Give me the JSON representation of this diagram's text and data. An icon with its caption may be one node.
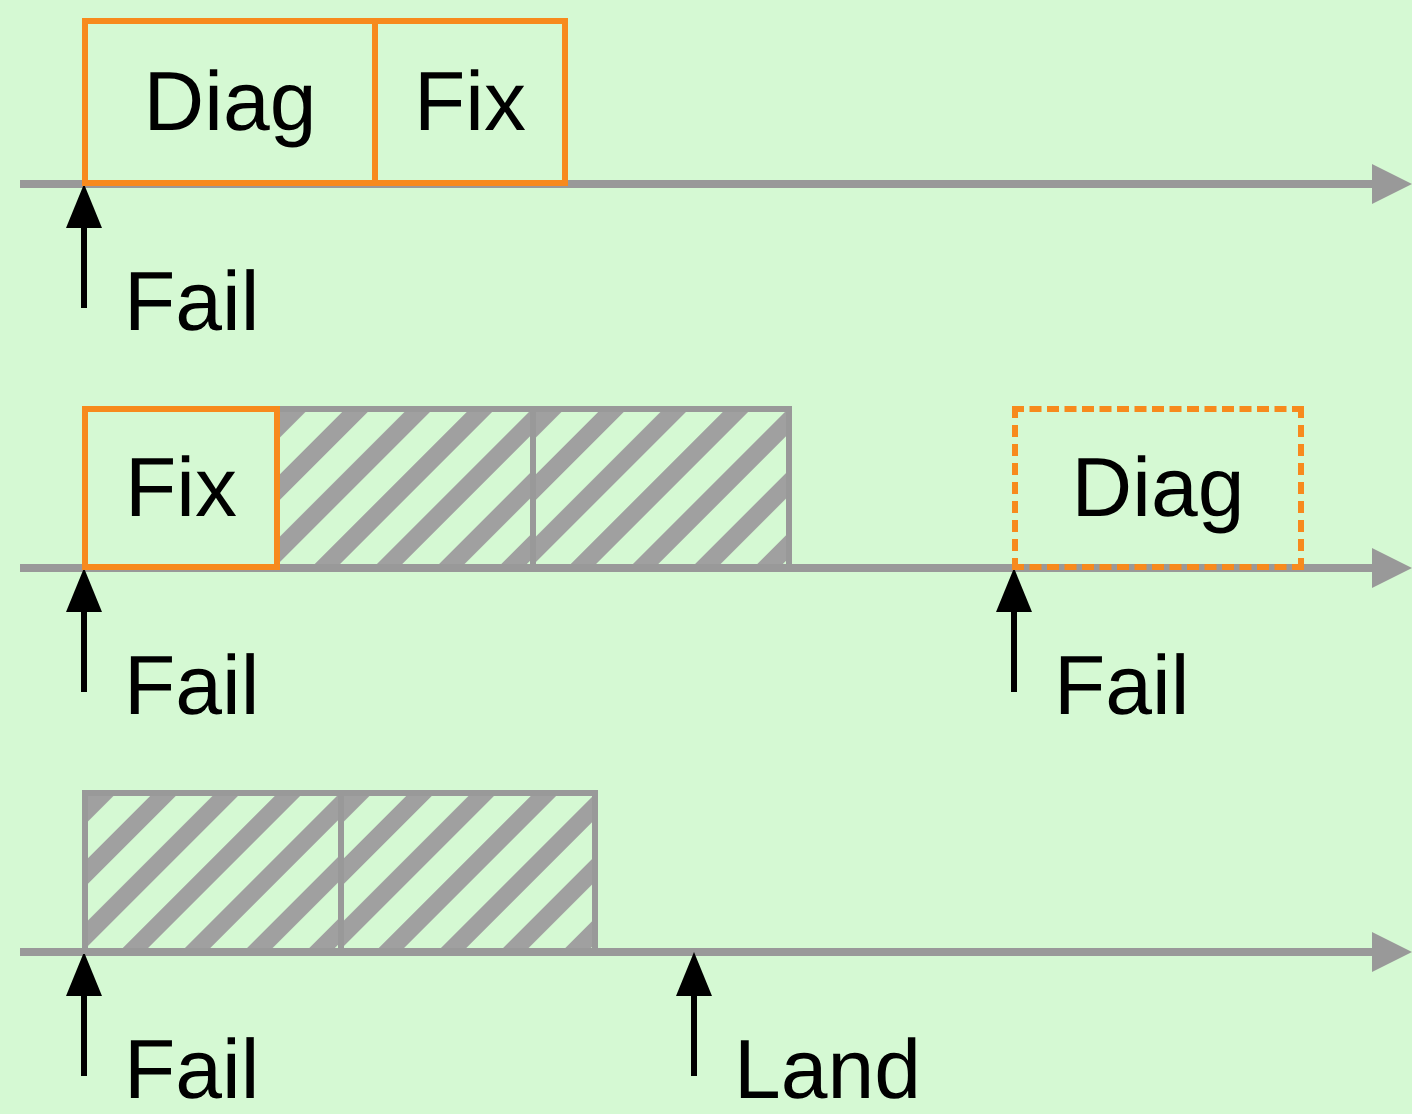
{
  "diagram": {
    "nodes": [
      {
        "text": [
          "Diag"
        ]
      },
      {
        "text": [
          "Fix"
        ]
      },
      {
        "text": [
          "Fix"
        ]
      },
      {
        "text": [],
        "shape": "box"
      },
      {
        "text": [],
        "shape": "box"
      },
      {
        "text": [
          "Diag"
        ]
      },
      {
        "text": [],
        "shape": "box"
      },
      {
        "text": [],
        "shape": "box"
      }
    ],
    "labels": [
      "Fail",
      "Fail",
      "Fail",
      "Fail",
      "Land"
    ]
  }
}
